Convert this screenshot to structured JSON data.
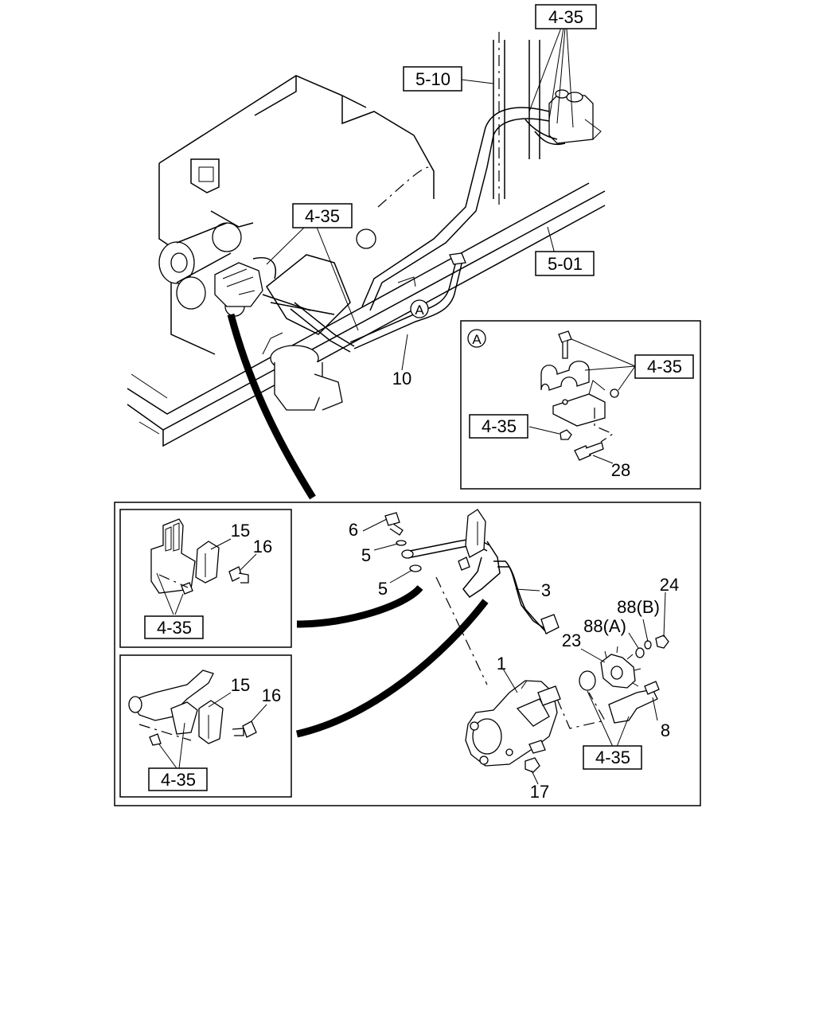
{
  "refs": {
    "r_top": "4-35",
    "r_510": "5-10",
    "r_engine": "4-35",
    "r_501": "5-01",
    "r_a_clamp": "4-35",
    "r_a_bracket": "4-35",
    "r_inset1": "4-35",
    "r_inset2": "4-35",
    "r_pump": "4-35"
  },
  "callouts": {
    "c10": "10",
    "c28": "28",
    "c6": "6",
    "c5a": "5",
    "c5b": "5",
    "c3": "3",
    "c24": "24",
    "c88b": "88(B)",
    "c88a": "88(A)",
    "c23": "23",
    "c1": "1",
    "c8": "8",
    "c17": "17",
    "c15a": "15",
    "c16a": "16",
    "c15b": "15",
    "c16b": "16"
  },
  "detail_markers": {
    "marker_main": "A",
    "marker_detail": "A"
  }
}
